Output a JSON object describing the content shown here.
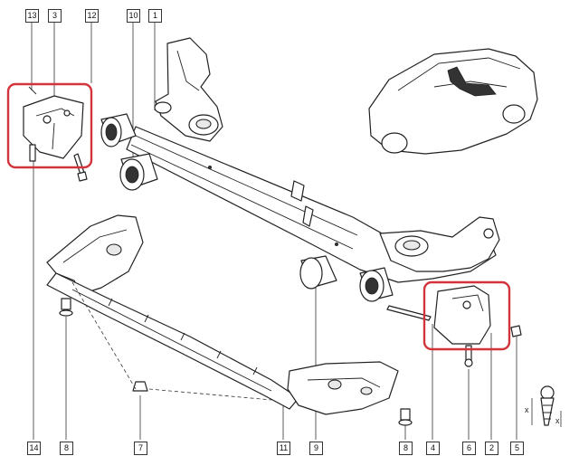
{
  "callouts": {
    "c13": "13",
    "c3": "3",
    "c12": "12",
    "c10": "10",
    "c1": "1",
    "c14": "14",
    "c8a": "8",
    "c7": "7",
    "c11": "11",
    "c9": "9",
    "c8b": "8",
    "c4": "4",
    "c6": "6",
    "c2": "2",
    "c5": "5"
  },
  "dimension_labels": {
    "x_top": "x",
    "x_side": "x"
  },
  "colors": {
    "highlight": "#d3343c",
    "line": "#222222"
  }
}
